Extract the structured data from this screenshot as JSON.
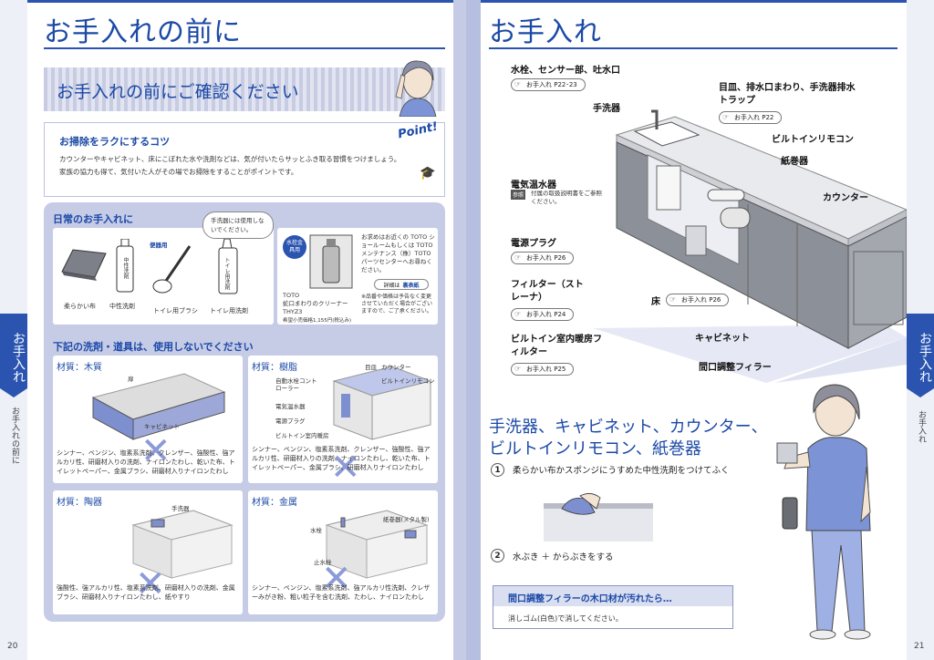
{
  "left": {
    "title": "お手入れの前に",
    "banner": "お手入れの前にご確認ください",
    "point_card": {
      "header": "お掃除をラクにするコツ",
      "line1": "カウンターやキャビネット、床にこぼれた水や洗剤などは、気が付いたらサッとふき取る習慣をつけましょう。",
      "line2": "家族の協力も得て、気付いた人がその場でお掃除をすることがポイントです。",
      "point_label": "Point!"
    },
    "daily": {
      "header": "日常のお手入れに",
      "bubble": "手洗器には使用しないでください。",
      "convenient": "便器用",
      "items": [
        "柔らかい布",
        "中性洗剤",
        "トイレ用ブラシ",
        "トイレ用洗剤"
      ],
      "bottle_label1": "中性洗剤",
      "bottle_label2": "トイレ用洗剤",
      "product_tag": "水栓金具用",
      "product_name": "TOTO\n蛇口まわりのクリーナー\nTHYZ3",
      "product_price": "希望小売価格1,155円(税込み)",
      "inquiry": "お求めはお近くの TOTO ショールームもしくは TOTO メンテナンス（株）TOTO パーツセンターへお尋ねください。",
      "detail_label": "詳細は",
      "detail_link": "裏表紙",
      "note": "※品番や価格は予告なく変更させていただく場合がございますので、ご了承ください。"
    },
    "banned": {
      "header": "下記の洗剤・道具は、使用しないでください",
      "wood": {
        "title": "材質：木質",
        "labels": [
          "扉",
          "キャビネット"
        ],
        "text": "シンナー、ベンジン、塩素系洗剤、クレンザー、強酸性、強アルカリ性、研磨材入りの洗剤、ナイロンたわし、乾いた布、トイレットペーパー、金属ブラシ、研磨材入りナイロンたわし"
      },
      "resin": {
        "title": "材質：樹脂",
        "labels": [
          "目皿",
          "カウンター",
          "ビルトインリモコン",
          "自動水栓コントローラー",
          "電気温水器",
          "電源プラグ",
          "ビルトイン室内暖房"
        ],
        "text": "シンナー、ベンジン、塩素系洗剤、クレンザー、強酸性、強アルカリ性、研磨材入りの洗剤、ナイロンたわし、乾いた布、トイレットペーパー、金属ブラシ、研磨材入りナイロンたわし"
      },
      "ceramic": {
        "title": "材質：陶器",
        "labels": [
          "手洗器"
        ],
        "text": "強酸性、強アルカリ性、塩素系洗剤、研磨材入りの洗剤、金属ブラシ、研磨材入りナイロンたわし、紙やすり"
      },
      "metal": {
        "title": "材質：金属",
        "labels": [
          "紙巻器(メタル製)",
          "水栓",
          "止水栓"
        ],
        "text": "シンナー、ベンジン、塩素系洗剤、強アルカリ性洗剤、クレザーみがき粉、粗い粒子を含む洗剤、たわし、ナイロンたわし"
      }
    },
    "side_tab": "お手入れ",
    "side_sub": "お手入れの前に",
    "page_no": "20"
  },
  "right": {
    "title": "お手入れ",
    "callouts": [
      {
        "label": "水栓、センサー部、吐水口",
        "ref": "お手入れ P22･23"
      },
      {
        "label": "目皿、排水口まわり、手洗器排水トラップ",
        "ref": "お手入れ P22"
      },
      {
        "label": "手洗器",
        "ref": ""
      },
      {
        "label": "ビルトインリモコン",
        "ref": ""
      },
      {
        "label": "紙巻器",
        "ref": ""
      },
      {
        "label": "電気温水器",
        "ref": ""
      },
      {
        "label": "カウンター",
        "ref": ""
      },
      {
        "label": "電源プラグ",
        "ref": "お手入れ P26"
      },
      {
        "label": "フィルター（ストレーナ）",
        "ref": "お手入れ P24"
      },
      {
        "label": "床",
        "ref": "お手入れ P26"
      },
      {
        "label": "キャビネット",
        "ref": ""
      },
      {
        "label": "ビルトイン室内暖房フィルター",
        "ref": "お手入れ P25"
      },
      {
        "label": "間口調整フィラー",
        "ref": ""
      }
    ],
    "manual_note_tag": "参照",
    "manual_note": "付属の取扱説明書をご参照ください。",
    "section_title_1": "手洗器、キャビネット、カウンター、",
    "section_title_2": "ビルトインリモコン、紙巻器",
    "steps": [
      {
        "num": "1",
        "text": "柔らかい布かスポンジにうすめた中性洗剤をつけてふく"
      },
      {
        "num": "2",
        "text": "水ぶき ＋ からぶきをする"
      }
    ],
    "filler_box": {
      "header": "間口調整フィラーの木口材が汚れたら…",
      "text": "消しゴム(白色)で消してください。"
    },
    "side_tab": "お手入れ",
    "side_sub": "お手入れ",
    "page_no": "21"
  }
}
